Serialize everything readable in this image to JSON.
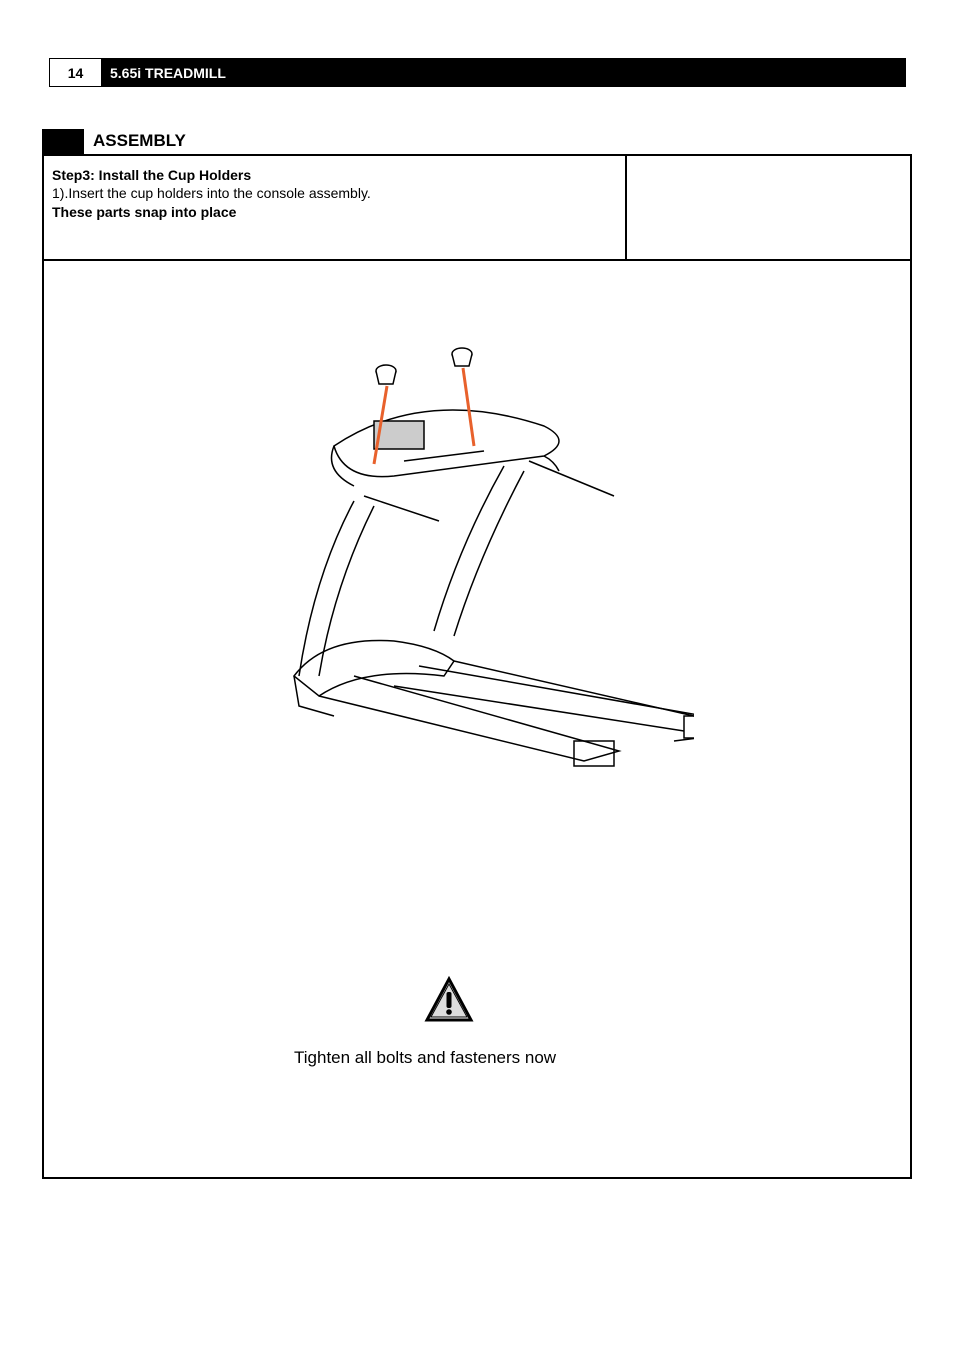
{
  "header": {
    "page_number": "14",
    "title": "5.65i TREADMILL"
  },
  "section": {
    "title": "ASSEMBLY"
  },
  "step": {
    "title": "Step3: Install the Cup Holders",
    "instruction": "1).Insert the cup holders into the console assembly.",
    "note": "These parts snap into place"
  },
  "figure": {
    "icon": "treadmill-diagram",
    "accent": "#e8612c"
  },
  "warning": {
    "icon": "warning-triangle-icon",
    "text": "Tighten all bolts and fasteners now"
  }
}
